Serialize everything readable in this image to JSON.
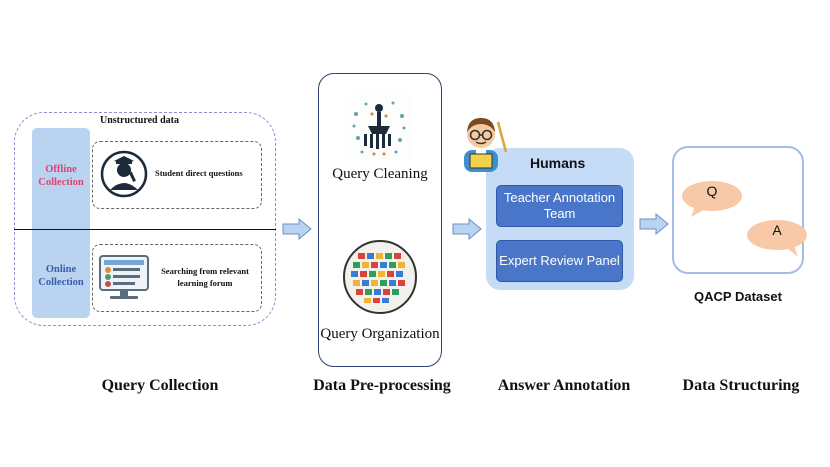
{
  "query_collection": {
    "group_title": "Unstructured data",
    "offline_label": "Offline Collection",
    "online_label": "Online Collection",
    "direct_questions": "Student direct questions",
    "forum_search": "Searching from relevant learning forum"
  },
  "pre_processing": {
    "cleaning_label": "Query Cleaning",
    "organization_label": "Query Organization"
  },
  "annotation": {
    "group_title": "Humans",
    "teacher_team": "Teacher Annotation Team",
    "expert_panel": "Expert Review Panel"
  },
  "structuring": {
    "q_letter": "Q",
    "a_letter": "A",
    "dataset_name": "QACP Dataset"
  },
  "stages": {
    "stage1": "Query Collection",
    "stage2": "Data Pre-processing",
    "stage3": "Answer Annotation",
    "stage4": "Data Structuring"
  },
  "colors": {
    "offline": "#e0436f",
    "online": "#3b5ea8",
    "side_panel": "#b9d3f1",
    "humans_panel": "#c5dbf6",
    "button_fill": "#4a76c9",
    "arrow_fill": "#b9d3f1",
    "bubble_fill": "#f8c9a8"
  },
  "icons": [
    "student-avatar-icon",
    "forum-monitor-icon",
    "query-cleaning-illustration",
    "query-organization-illustration",
    "teacher-icon",
    "q-speech-bubble-icon",
    "a-speech-bubble-icon"
  ]
}
